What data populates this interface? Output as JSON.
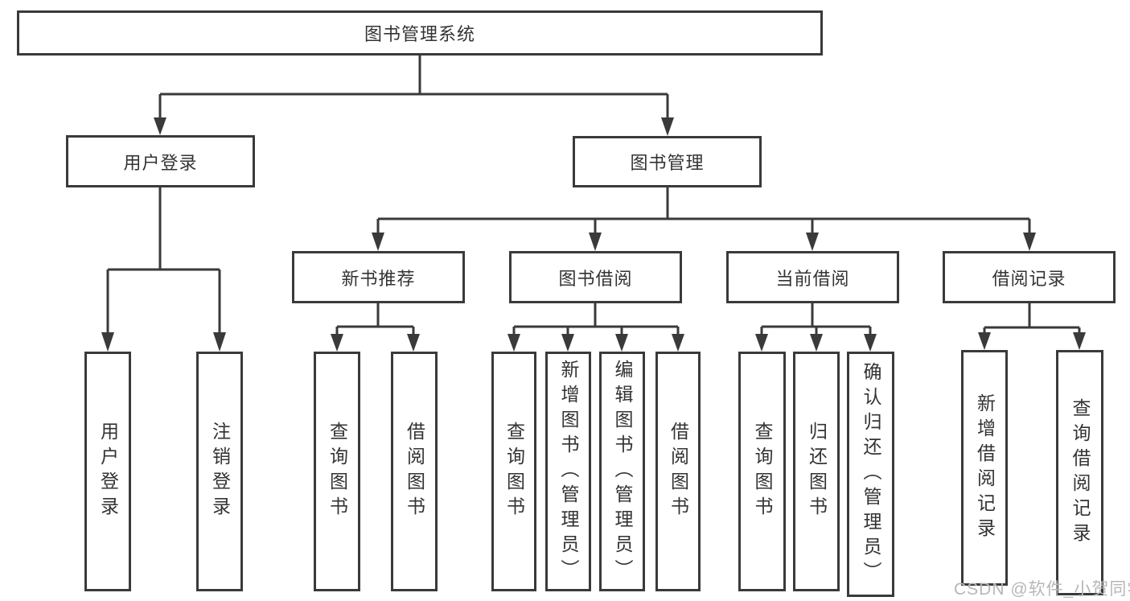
{
  "tree": {
    "label": "图书管理系统",
    "children": [
      {
        "label": "用户登录",
        "children": [
          {
            "label": "用户登录"
          },
          {
            "label": "注销登录"
          }
        ]
      },
      {
        "label": "图书管理",
        "children": [
          {
            "label": "新书推荐",
            "children": [
              {
                "label": "查询图书"
              },
              {
                "label": "借阅图书"
              }
            ]
          },
          {
            "label": "图书借阅",
            "children": [
              {
                "label": "查询图书"
              },
              {
                "label": "新增图书（管理员）"
              },
              {
                "label": "编辑图书（管理员）"
              },
              {
                "label": "借阅图书"
              }
            ]
          },
          {
            "label": "当前借阅",
            "children": [
              {
                "label": "查询图书"
              },
              {
                "label": "归还图书"
              },
              {
                "label": "确认归还（管理员）"
              }
            ]
          },
          {
            "label": "借阅记录",
            "children": [
              {
                "label": "新增借阅记录"
              },
              {
                "label": "查询借阅记录"
              }
            ]
          }
        ]
      }
    ]
  },
  "watermark": "CSDN @软件_小贺同学",
  "colors": {
    "line": "#3a3a3a",
    "text": "#333333",
    "box_background": "#ffffff",
    "watermark": "#b7b7b7",
    "background": "#ffffff"
  }
}
